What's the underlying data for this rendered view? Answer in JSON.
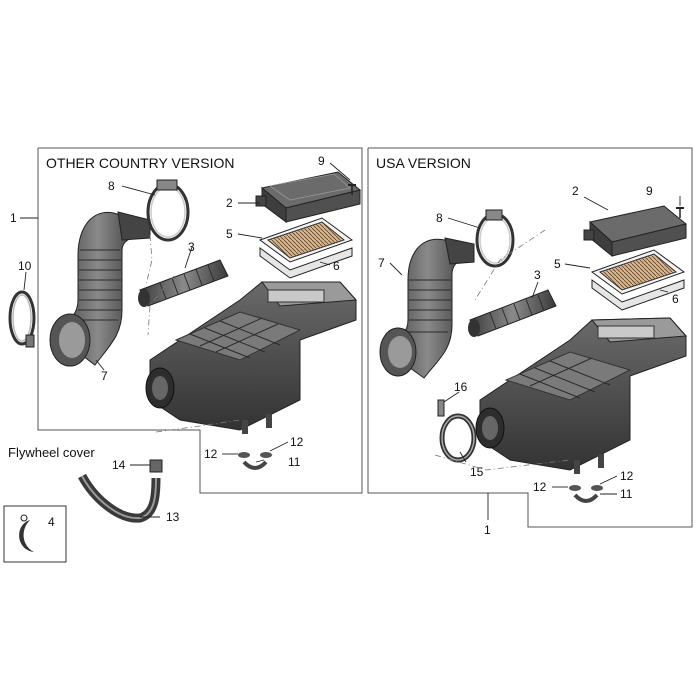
{
  "panels": {
    "other": {
      "title": "OTHER COUNTRY VERSION"
    },
    "usa": {
      "title": "USA VERSION"
    }
  },
  "notes": {
    "flywheel_cover": "Flywheel cover"
  },
  "callouts": {
    "c1": "1",
    "c2": "2",
    "c3": "3",
    "c4": "4",
    "c5": "5",
    "c6": "6",
    "c7": "7",
    "c8": "8",
    "c9": "9",
    "c10": "10",
    "c11": "11",
    "c12": "12",
    "c13": "13",
    "c14": "14",
    "c15": "15",
    "c16": "16"
  },
  "colors": {
    "part_dark": "#4a4a4a",
    "part_mid": "#7a7a7a",
    "part_light": "#bdbdbd",
    "frame": "#555555"
  }
}
